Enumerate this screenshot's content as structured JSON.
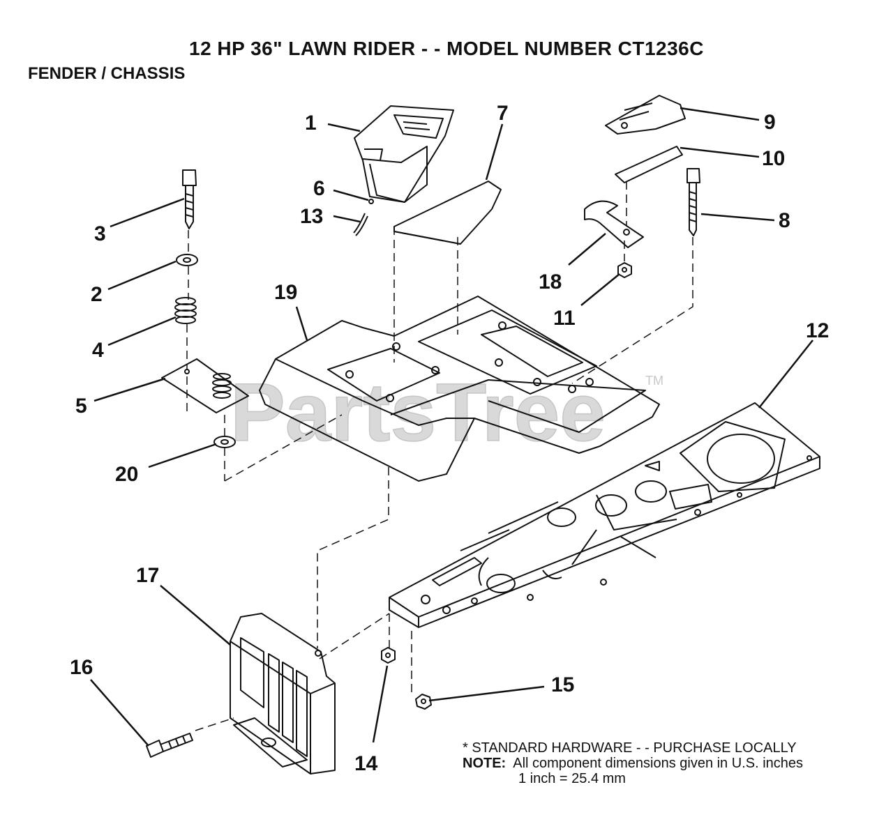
{
  "header": {
    "title": "12 HP 36\" LAWN RIDER - - MODEL NUMBER CT1236C",
    "subtitle": "FENDER / CHASSIS"
  },
  "watermark": {
    "text": "PartsTree",
    "trademark": "TM"
  },
  "callouts": [
    "1",
    "2",
    "3",
    "4",
    "5",
    "6",
    "7",
    "8",
    "9",
    "10",
    "11",
    "12",
    "13",
    "14",
    "15",
    "16",
    "17",
    "18",
    "19",
    "20"
  ],
  "notes": {
    "hardware": "* STANDARD HARDWARE - - PURCHASE LOCALLY",
    "note_label": "NOTE:",
    "note_text": "All component dimensions given in U.S. inches",
    "conversion": "1 inch = 25.4 mm"
  }
}
